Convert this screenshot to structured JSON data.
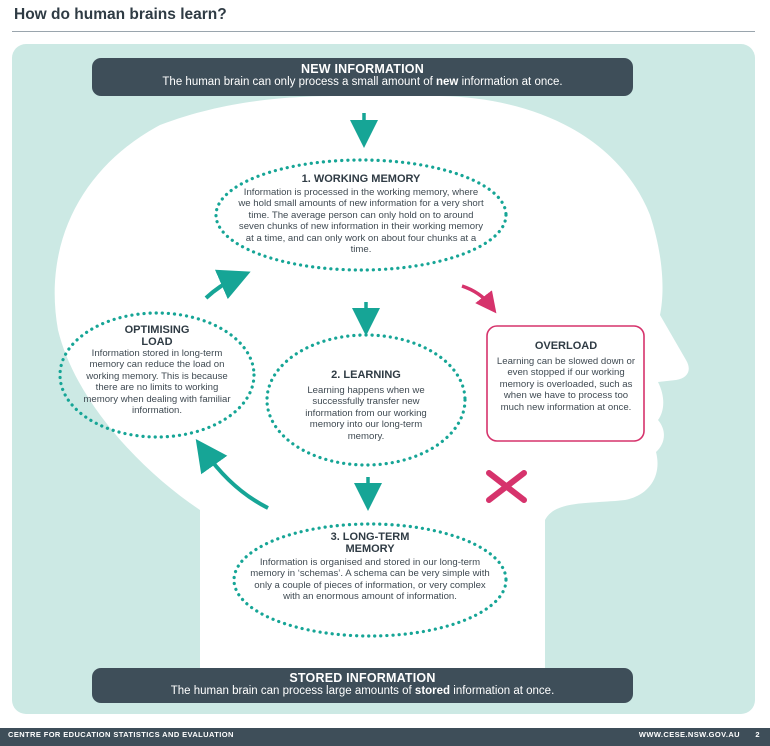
{
  "page": {
    "title": "How do human brains learn?"
  },
  "banners": {
    "new_information": {
      "title": "NEW INFORMATION",
      "text_before": "The human brain can only process a small amount of ",
      "text_bold": "new",
      "text_after": " information at once."
    },
    "stored_information": {
      "title": "STORED INFORMATION",
      "text_before": "The human brain can process large amounts of ",
      "text_bold": "stored",
      "text_after": " information at once."
    }
  },
  "nodes": {
    "working_memory": {
      "title": "1. WORKING MEMORY",
      "text": "Information is processed in the working memory, where we hold small amounts of new information for a very short time. The average person can only hold on to around seven chunks of new information in their working memory at a time, and can only work on about four chunks at a time."
    },
    "learning": {
      "title": "2. LEARNING",
      "text": "Learning happens when we successfully transfer new information from our working memory into our long-term memory."
    },
    "long_term_memory": {
      "title": "3. LONG-TERM MEMORY",
      "text": "Information is organised and stored in our long-term memory in ‘schemas’. A schema can be very simple with only a couple of pieces of information, or very complex with an enormous amount of information."
    },
    "optimising_load": {
      "title": "OPTIMISING LOAD",
      "text": "Information stored in long-term memory can reduce the load on working memory. This is because there are no limits to working memory when dealing with familiar information."
    },
    "overload": {
      "title": "OVERLOAD",
      "text": "Learning can be slowed down or even stopped if our working memory is overloaded, such as when we have to process too much new information at once."
    }
  },
  "footer": {
    "org": "CENTRE FOR EDUCATION STATISTICS AND EVALUATION",
    "url": "WWW.CESE.NSW.GOV.AU",
    "page_number": "2"
  },
  "colors": {
    "panel_bg": "#cce9e4",
    "banner_bg": "#3e4e59",
    "teal": "#16a596",
    "pink": "#d6336c",
    "text": "#3f4a52"
  }
}
